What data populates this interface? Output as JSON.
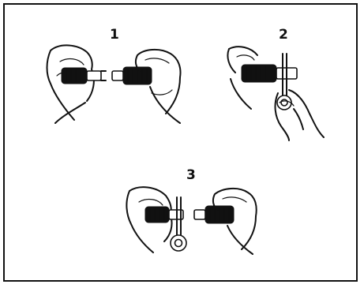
{
  "steps": [
    {
      "number": "1"
    },
    {
      "number": "2"
    },
    {
      "number": "3"
    }
  ]
}
